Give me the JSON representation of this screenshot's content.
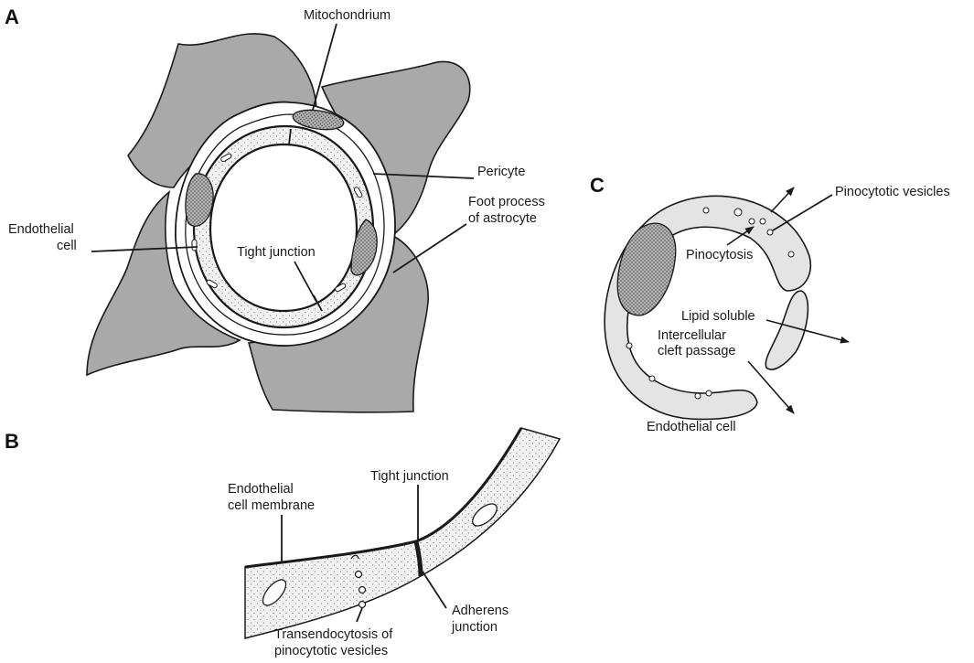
{
  "panels": {
    "a": "A",
    "b": "B",
    "c": "C"
  },
  "panel_a": {
    "mitochondrium": "Mitochondrium",
    "pericyte": "Pericyte",
    "foot_process_1": "Foot process",
    "foot_process_2": "of astrocyte",
    "endothelial_1": "Endothelial",
    "endothelial_2": "cell",
    "tight_junction": "Tight junction"
  },
  "panel_b": {
    "membrane_1": "Endothelial",
    "membrane_2": "cell membrane",
    "tight_junction": "Tight junction",
    "adherens_1": "Adherens",
    "adherens_2": "junction",
    "transendo_1": "Transendocytosis of",
    "transendo_2": "pinocytotic vesicles"
  },
  "panel_c": {
    "pinocytotic_vesicles": "Pinocytotic vesicles",
    "pinocytosis": "Pinocytosis",
    "lipid_soluble": "Lipid soluble",
    "intercellular_1": "Intercellular",
    "intercellular_2": "cleft passage",
    "endothelial_cell": "Endothelial cell"
  },
  "colors": {
    "astrocyte": "#a9a9a9",
    "cell": "#e4e4e4",
    "ink": "#1a1a1a",
    "nucleus": "#8a8a8a"
  }
}
